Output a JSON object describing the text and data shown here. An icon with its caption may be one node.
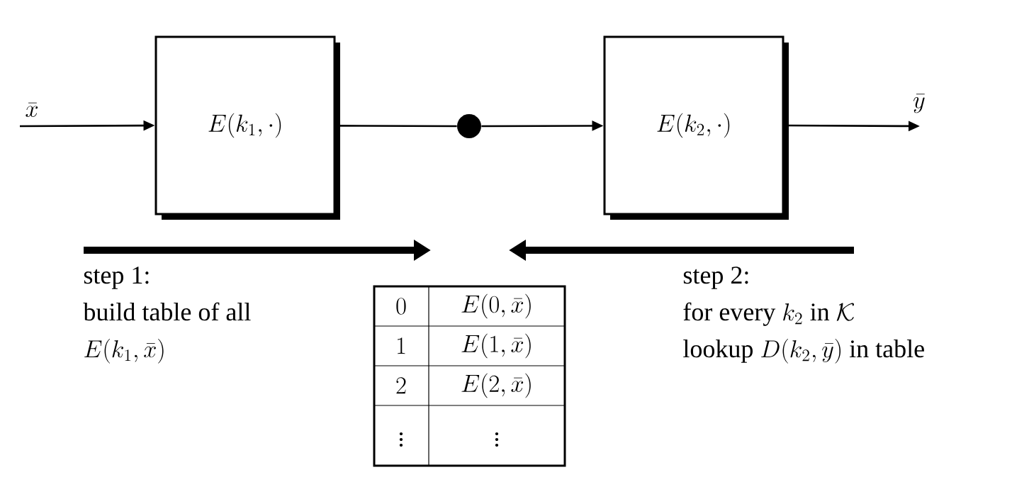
{
  "diagram": {
    "nodes": [
      {
        "text": [
          "E(k_1,\\cdot)"
        ]
      },
      {
        "text": [],
        "shape": "circle"
      },
      {
        "text": [
          "E(k_2,\\cdot)"
        ]
      }
    ],
    "edges": [
      {
        "from": null,
        "to": 0,
        "arrow": "to",
        "label": "\\bar{x}"
      },
      {
        "from": 0,
        "to": 1,
        "arrow": "none"
      },
      {
        "from": 1,
        "to": 2,
        "arrow": "to"
      },
      {
        "from": 2,
        "to": null,
        "arrow": "to",
        "label": "\\bar{y}"
      }
    ],
    "labels": [
      "step 1:",
      "build table of all",
      "E(k_1,\\bar{x})",
      "step 2:",
      "\\text{for every } k_2 \\text{ in } \\mathcal{K}",
      "\\text{lookup } D(k_2,\\bar{y}) \\text{ in table}",
      "0",
      "E(0,\\bar{x})",
      "1",
      "E(1,\\bar{x})",
      "2",
      "E(2,\\bar{x})",
      "\\vdots",
      "\\vdots"
    ]
  }
}
